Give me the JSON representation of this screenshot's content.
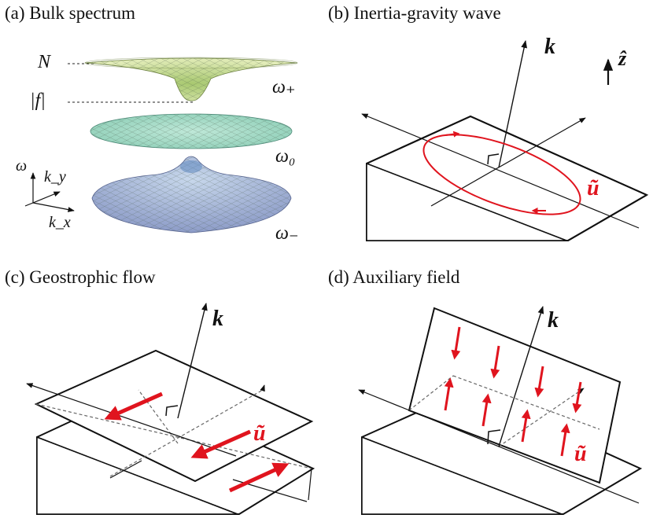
{
  "panels": {
    "a": {
      "title": "(a) Bulk spectrum"
    },
    "b": {
      "title": "(b) Inertia-gravity wave"
    },
    "c": {
      "title": "(c) Geostrophic flow"
    },
    "d": {
      "title": "(d) Auxiliary field"
    }
  },
  "labels": {
    "N": "N",
    "f_abs": "|f|",
    "omega_plus": "ω₊",
    "omega_zero": "ω₀",
    "omega_minus": "ω₋",
    "omega": "ω",
    "k_y": "k_y",
    "k_x": "k_x",
    "k": "k",
    "z_hat": "ẑ",
    "u_tilde": "ũ"
  },
  "colors": {
    "upper_band": "#c9dc8a",
    "middle_band": "#9ed9c4",
    "lower_band": "#a4b2d8",
    "accent_red": "#e0141e"
  }
}
